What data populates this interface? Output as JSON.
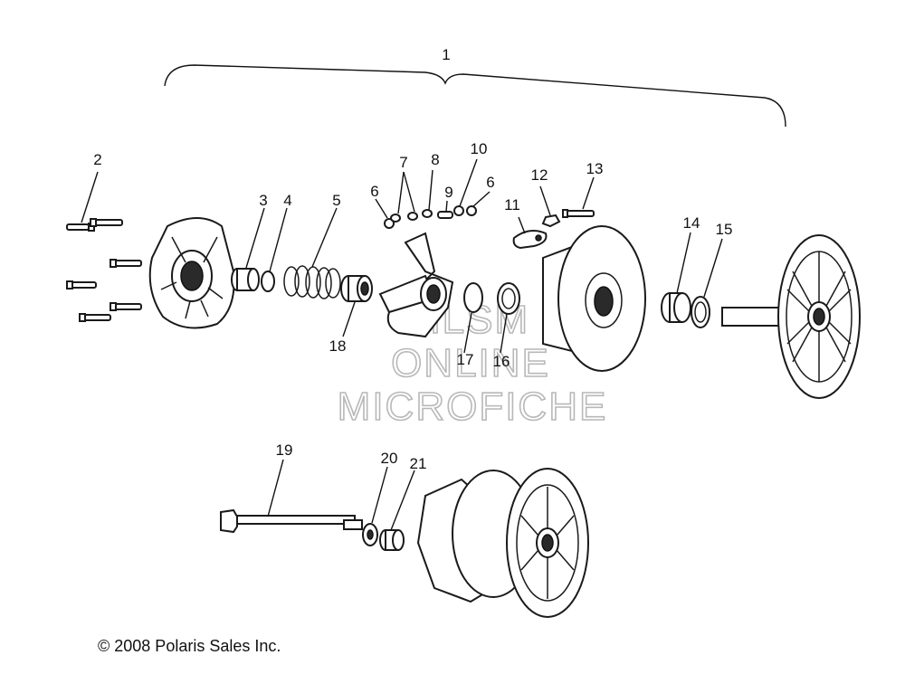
{
  "callouts": [
    "1",
    "2",
    "3",
    "4",
    "5",
    "6",
    "7",
    "8",
    "9",
    "10",
    "6",
    "11",
    "12",
    "13",
    "14",
    "15",
    "18",
    "17",
    "16",
    "19",
    "20",
    "21"
  ],
  "watermark": [
    "HLSM",
    "ONLINE",
    "MICROFICHE"
  ],
  "copyright": "© 2008 Polaris Sales Inc."
}
